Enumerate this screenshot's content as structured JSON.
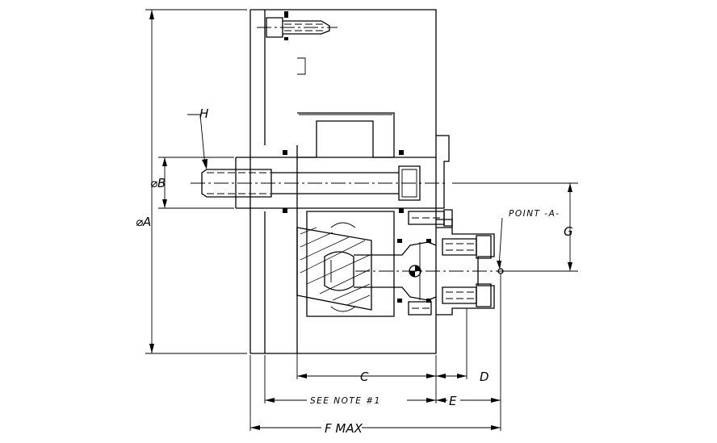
{
  "labels": {
    "dim_a": "⌀A",
    "dim_b": "⌀B",
    "dim_c": "C",
    "dim_d": "D",
    "dim_e": "E",
    "dim_f": "F MAX",
    "dim_g": "G",
    "dim_h": "H",
    "point_a": "POINT  -A-",
    "see_note": "SEE NOTE #1"
  },
  "colors": {
    "line": "#000000",
    "background": "#ffffff"
  }
}
